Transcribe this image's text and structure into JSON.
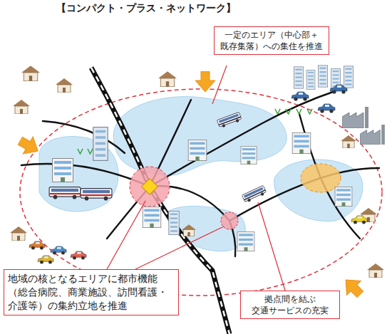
{
  "diagram": {
    "title": "【コンパクト・プラス・ネットワーク】",
    "nodes": [
      {
        "text": [
          "一定のエリア（中心部＋ 既存集落）への集住を推進"
        ]
      },
      {
        "text": [
          "地域の核となるエリアに都市機能 （総合病院、商業施設、訪問看護・ 介護等）の集約立地を推進"
        ]
      },
      {
        "text": [
          "拠点間を結ぶ 交通サービスの充実"
        ]
      }
    ]
  }
}
